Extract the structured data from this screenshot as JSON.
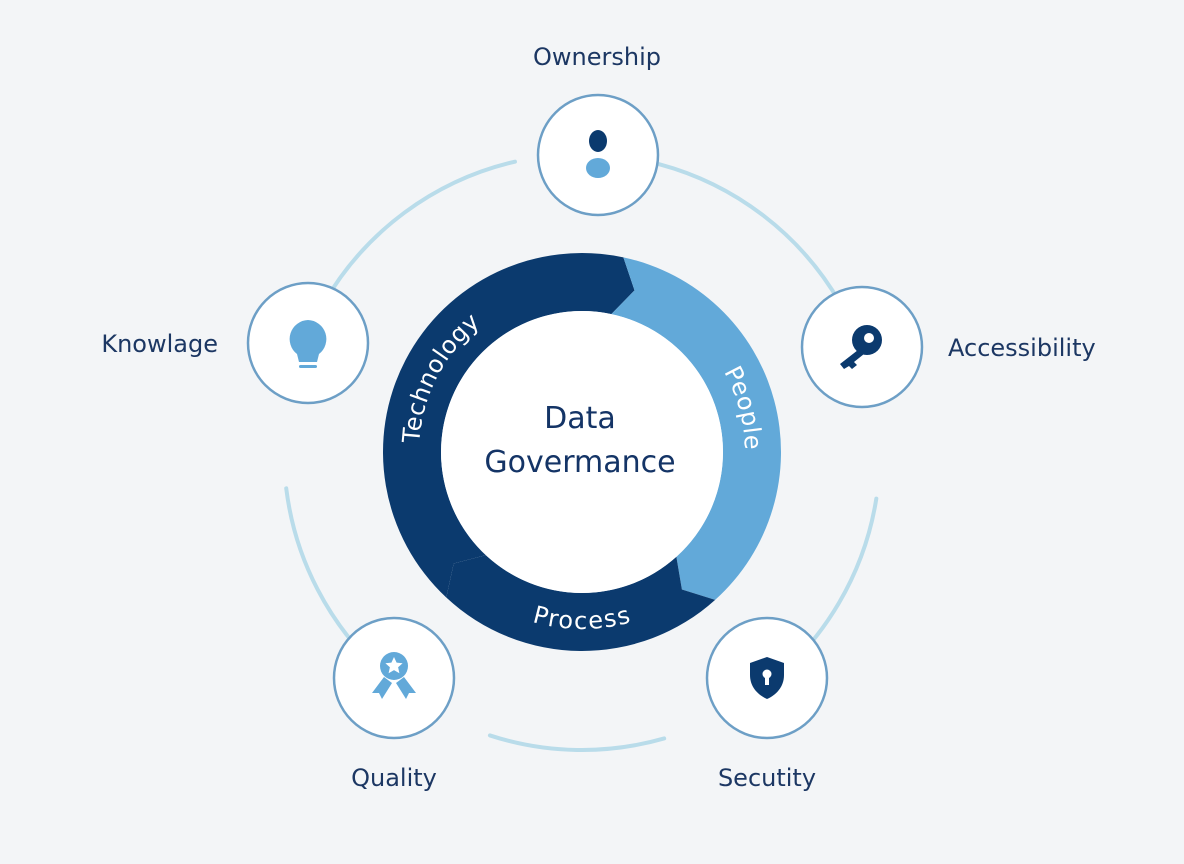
{
  "center": {
    "line1": "Data",
    "line2": "Govermance"
  },
  "segments": {
    "technology": "Technology",
    "people": "People",
    "process": "Process"
  },
  "nodes": {
    "ownership": {
      "label": "Ownership",
      "icon": "person-icon"
    },
    "knowledge": {
      "label": "Knowlage",
      "icon": "lightbulb-icon"
    },
    "accessibility": {
      "label": "Accessibility",
      "icon": "key-icon"
    },
    "quality": {
      "label": "Quality",
      "icon": "medal-icon"
    },
    "security": {
      "label": "Secutity",
      "icon": "shield-icon"
    }
  },
  "colors": {
    "dark": "#0b3a6e",
    "light": "#62a9d9",
    "ring": "#b9dcea",
    "node_border": "#6d9fc6",
    "text": "#1c3763"
  }
}
